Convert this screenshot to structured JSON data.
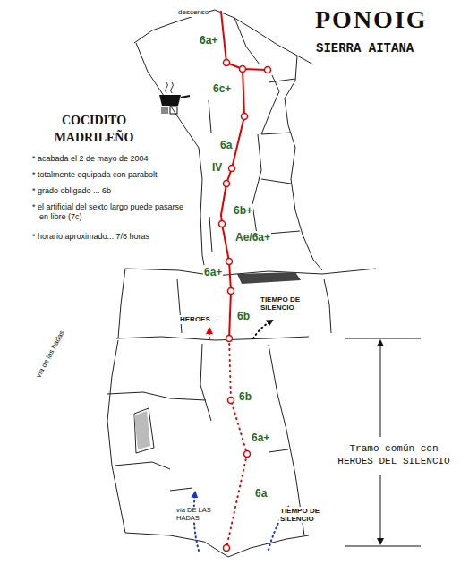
{
  "diagram": {
    "title": "PONOIG",
    "labels": [
      "descenso",
      "SIERRA AITANA",
      "COCIDITO MADRILEÑO",
      "* acabada el 2 de mayo de 2004",
      "* totalmente equipada con parabolt",
      "* grado obligado ... 6b",
      "* el artificial del sexto largo puede pasarse en libre (7c)",
      "* horario aproximado... 7/8 horas",
      "6a+",
      "6c+",
      "6a",
      "IV",
      "6b+",
      "Ae/6a+",
      "6a+",
      "TIEMPO DE SILENCIO",
      "HEROES ...",
      "6b",
      "vía de las hadas",
      "6b",
      "6a+",
      "Tramo común con HEROES DEL SILENCIO",
      "6a",
      "vía DE LAS HADAS",
      "TIEMPO DE SILENCIO"
    ]
  }
}
